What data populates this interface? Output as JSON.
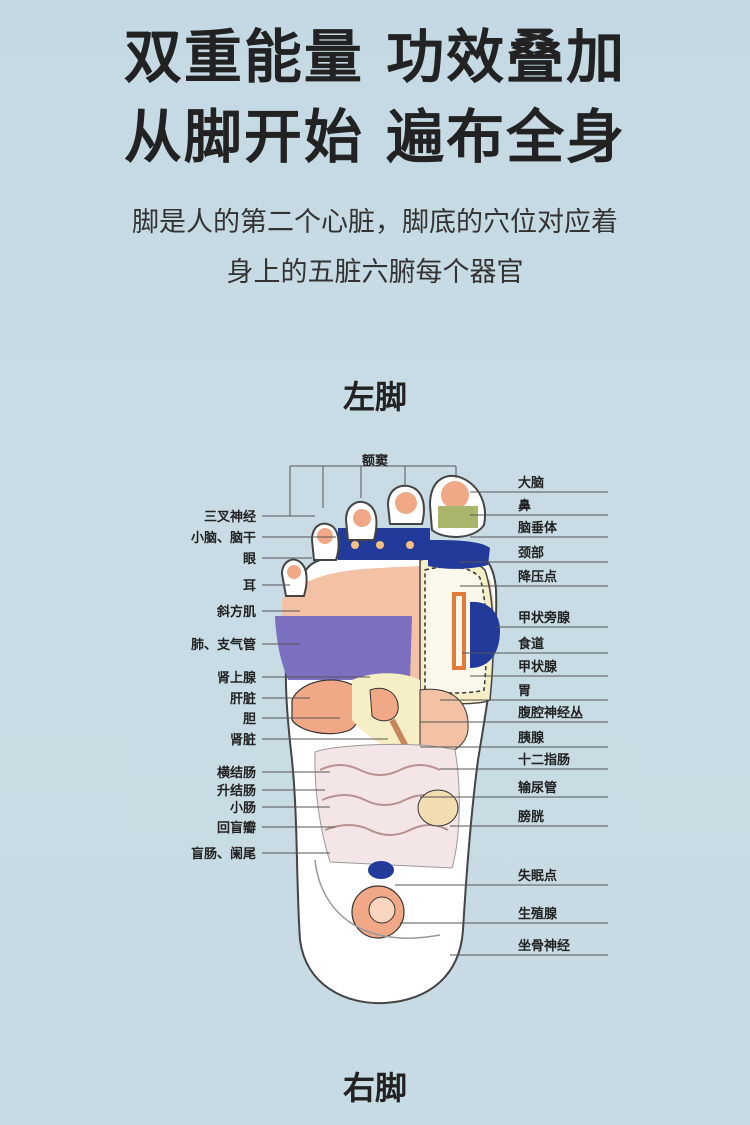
{
  "headline": {
    "line1": "双重能量  功效叠加",
    "line2": "从脚开始  遍布全身"
  },
  "description": {
    "line1": "脚是人的第二个心脏，脚底的穴位对应着",
    "line2": "身上的五脏六腑每个器官"
  },
  "left_foot_title": "左脚",
  "right_foot_title": "右脚",
  "diagram": {
    "top_label": "额窦",
    "left_labels": [
      "三叉神经",
      "小脑、脑干",
      "眼",
      "耳",
      "斜方肌",
      "肺、支气管",
      "肾上腺",
      "肝脏",
      "胆",
      "肾脏",
      "横结肠",
      "升结肠",
      "小肠",
      "回盲瓣",
      "盲肠、阑尾"
    ],
    "right_labels": [
      "大脑",
      "鼻",
      "脑垂体",
      "颈部",
      "降压点",
      "甲状旁腺",
      "食道",
      "甲状腺",
      "胃",
      "腹腔神经丛",
      "胰腺",
      "十二指肠",
      "输尿管",
      "膀胱",
      "失眠点",
      "生殖腺",
      "坐骨神经"
    ]
  },
  "colors": {
    "background": "#c6dae4",
    "foot_skin": "#f3c2a4",
    "zone_blue": "#223a9a",
    "zone_purple": "#7b6fbf",
    "zone_yellow": "#f6eec4",
    "liver": "#f1a886"
  }
}
